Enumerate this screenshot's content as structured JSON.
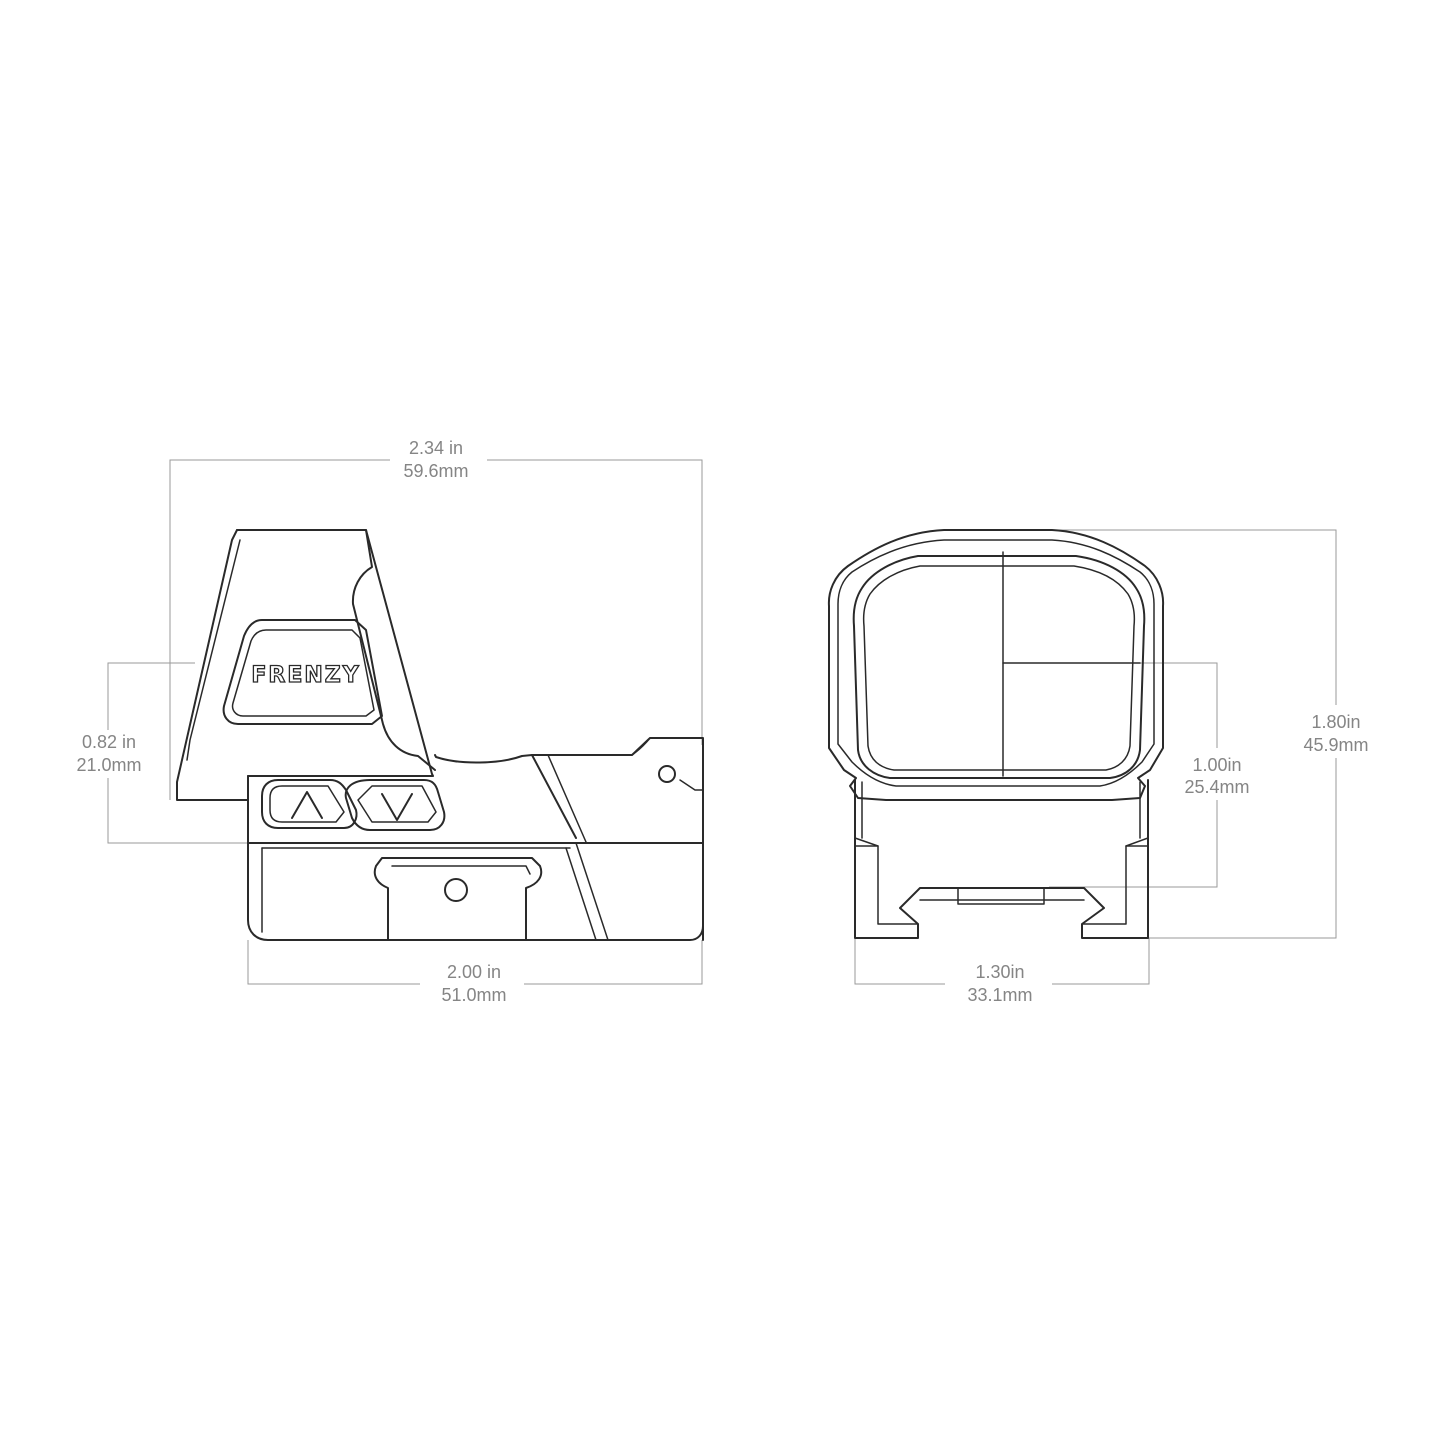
{
  "side_view": {
    "overall_length": {
      "in": "2.34 in",
      "mm": "59.6mm"
    },
    "window_height": {
      "in": "0.82 in",
      "mm": "21.0mm"
    },
    "base_length": {
      "in": "2.00 in",
      "mm": "51.0mm"
    },
    "brand_label": "FRENZY",
    "buttons": [
      {
        "name": "brightness-up-button",
        "icon": "chevron-up-icon"
      },
      {
        "name": "brightness-down-button",
        "icon": "chevron-down-icon"
      }
    ]
  },
  "front_view": {
    "overall_height": {
      "in": "1.80in",
      "mm": "45.9mm"
    },
    "bore_height": {
      "in": "1.00in",
      "mm": "25.4mm"
    },
    "overall_width": {
      "in": "1.30in",
      "mm": "33.1mm"
    }
  },
  "colors": {
    "line": "#2a2a2a",
    "dimension": "#858585",
    "background": "#ffffff"
  }
}
